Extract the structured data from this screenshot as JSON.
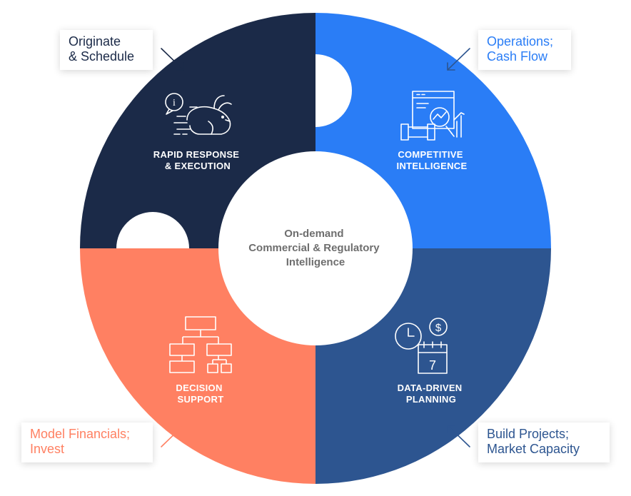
{
  "colors": {
    "navy": "#1b2a48",
    "blue": "#2a7df6",
    "steel": "#2d5590",
    "coral": "#ff8062",
    "center_text": "#6e6e6e",
    "white": "#ffffff"
  },
  "center": {
    "lines": [
      "On-demand",
      "Commercial & Regulatory",
      "Intelligence"
    ]
  },
  "segments": [
    {
      "id": "top-left",
      "lines": [
        "RAPID RESPONSE",
        "& EXECUTION"
      ],
      "icon": "rabbit-running-icon",
      "color": "#1b2a48"
    },
    {
      "id": "top-right",
      "lines": [
        "COMPETITIVE",
        "INTELLIGENCE"
      ],
      "icon": "analytics-magnifier-icon",
      "color": "#2a7df6"
    },
    {
      "id": "bottom-right",
      "lines": [
        "DATA-DRIVEN",
        "PLANNING"
      ],
      "icon": "clock-calendar-dollar-icon",
      "color": "#2d5590"
    },
    {
      "id": "bottom-left",
      "lines": [
        "DECISION",
        "SUPPORT"
      ],
      "icon": "org-chart-icon",
      "color": "#ff8062"
    }
  ],
  "callouts": {
    "top_left": {
      "lines": [
        "Originate",
        "& Schedule"
      ],
      "color": "#1b2a48"
    },
    "top_right": {
      "lines": [
        "Operations;",
        "Cash Flow"
      ],
      "color": "#2a7df6"
    },
    "bottom_left": {
      "lines": [
        "Model Financials;",
        "Invest"
      ],
      "color": "#ff8062"
    },
    "bottom_right": {
      "lines": [
        "Build Projects;",
        "Market Capacity"
      ],
      "color": "#2d5590"
    }
  },
  "icons": {
    "info": "i",
    "dollar": "$",
    "calendar_day": "7"
  }
}
